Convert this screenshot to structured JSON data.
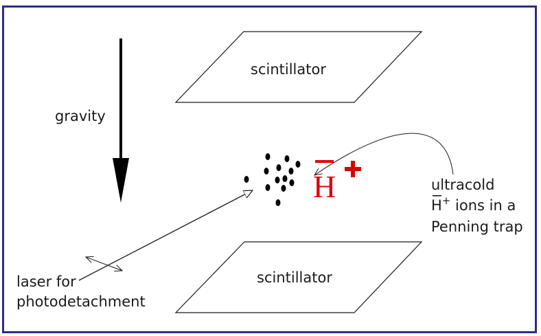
{
  "labels": {
    "scintillator_top": "scintillator",
    "scintillator_bottom": "scintillator",
    "gravity": "gravity",
    "laser_line1": "laser for",
    "laser_line2": "photodetachment",
    "ions_line1": "ultracold",
    "ions_line2_symbol": "H",
    "ions_line2_sup": "+",
    "ions_line2_rest": " ions in a",
    "ions_line3": "Penning trap",
    "big_symbol": "H",
    "big_charge": "+"
  },
  "colors": {
    "frame": "#2c2c86",
    "ion_symbol": "#e00000",
    "lines": "#1a1a1a"
  }
}
